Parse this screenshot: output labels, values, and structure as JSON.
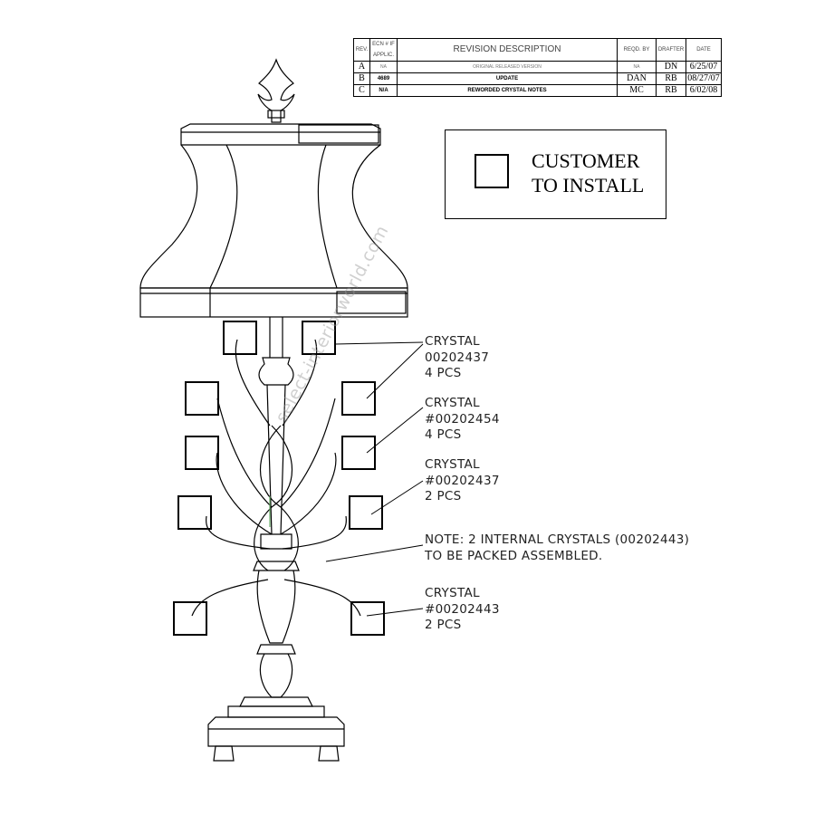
{
  "revision_table": {
    "headers": [
      "REV.",
      "ECN # IF APPLIC.",
      "REVISION DESCRIPTION",
      "REQD. BY",
      "DRAFTER",
      "DATE"
    ],
    "rows": [
      [
        "A",
        "NA",
        "ORIGINAL RELEASED VERSION",
        "NA",
        "DN",
        "6/25/07"
      ],
      [
        "B",
        "4689",
        "UPDATE",
        "DAN",
        "RB",
        "08/27/07"
      ],
      [
        "C",
        "N/A",
        "REWORDED CRYSTAL NOTES",
        "MC",
        "RB",
        "6/02/08"
      ]
    ]
  },
  "legend": {
    "line1": "CUSTOMER",
    "line2": "TO INSTALL"
  },
  "notes": [
    {
      "lines": [
        "CRYSTAL",
        "00202437",
        "4 PCS"
      ]
    },
    {
      "lines": [
        "CRYSTAL",
        "#00202454",
        "4 PCS"
      ]
    },
    {
      "lines": [
        "CRYSTAL",
        "#00202437",
        "2 PCS"
      ]
    },
    {
      "lines": [
        "NOTE: 2 INTERNAL CRYSTALS (00202443)",
        "TO BE PACKED ASSEMBLED."
      ]
    },
    {
      "lines": [
        "CRYSTAL",
        "#00202443",
        "2 PCS"
      ]
    }
  ],
  "watermark": "select-interiorworld.com"
}
